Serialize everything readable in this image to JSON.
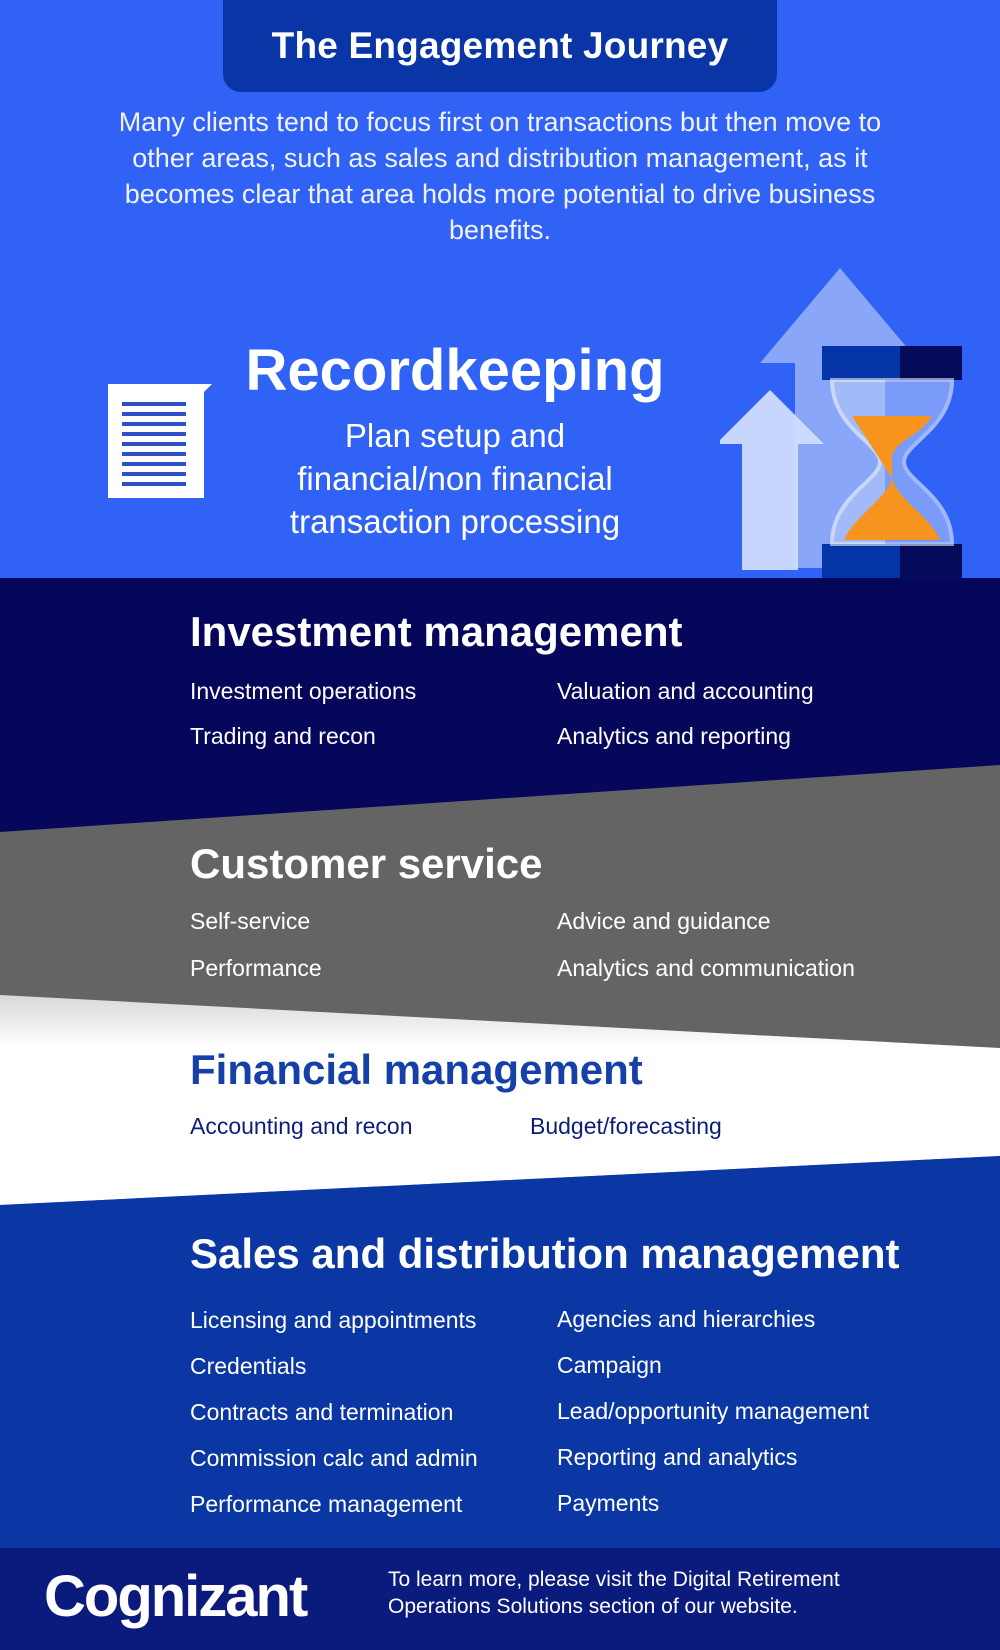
{
  "header": {
    "title": "The Engagement Journey",
    "intro": "Many clients tend to focus first on transactions but then move to other areas, such as sales and distribution management, as it becomes clear that area holds more potential to drive business benefits."
  },
  "recordkeeping": {
    "title": "Recordkeeping",
    "subtitle_lines": [
      "Plan setup and",
      "financial/non financial",
      "transaction processing"
    ],
    "icons": [
      "document-icon",
      "arrow-up-icon",
      "hourglass-icon"
    ]
  },
  "sections": {
    "investment": {
      "title": "Investment management",
      "items": [
        "Investment operations",
        "Valuation and accounting",
        "Trading and recon",
        "Analytics and reporting"
      ]
    },
    "customer": {
      "title": "Customer service",
      "items": [
        "Self-service",
        "Advice and guidance",
        "Performance",
        "Analytics and communication"
      ]
    },
    "financial": {
      "title": "Financial management",
      "items": [
        "Accounting and recon",
        "Budget/forecasting"
      ]
    },
    "sales": {
      "title": "Sales and distribution management",
      "items": [
        "Licensing and appointments",
        "Agencies and hierarchies",
        "Credentials",
        "Campaign",
        "Contracts and termination",
        "Lead/opportunity management",
        "Commission calc and admin",
        "Reporting and analytics",
        "Performance management",
        "Payments"
      ]
    }
  },
  "footer": {
    "logo": "Cognizant",
    "note_lines": [
      "To learn more, please visit the Digital Retirement",
      "Operations Solutions section of our website."
    ]
  },
  "colors": {
    "header_blue": "#2f62f5",
    "title_tab": "#0a35a6",
    "investment_navy": "#06075a",
    "customer_gray": "#646464",
    "financial_white": "#ffffff",
    "financial_text": "#0b1f7a",
    "financial_title": "#1440a8",
    "sales_blue": "#0a37a4",
    "footer_navy": "#0b1a7d",
    "hourglass_sand": "#f7941d"
  }
}
